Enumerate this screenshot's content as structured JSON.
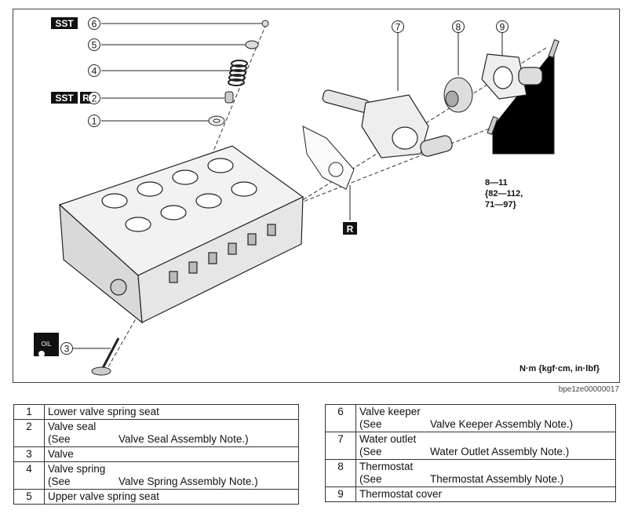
{
  "diagram": {
    "sst_label": "SST",
    "r_label": "R",
    "oil_label": "OIL",
    "callouts": [
      "1",
      "2",
      "3",
      "4",
      "5",
      "6",
      "7",
      "8",
      "9"
    ],
    "torque_spec": [
      "8—11",
      "{82—112,",
      "71—97}"
    ],
    "units_note": "N·m {kgf·cm, in·lbf}",
    "code": "bpe1ze00000017"
  },
  "parts_left": [
    {
      "num": "1",
      "name": "Lower valve spring seat",
      "see": "",
      "note": ""
    },
    {
      "num": "2",
      "name": "Valve seal",
      "see": "(See",
      "note": "Valve Seal Assembly Note.)"
    },
    {
      "num": "3",
      "name": "Valve",
      "see": "",
      "note": ""
    },
    {
      "num": "4",
      "name": "Valve spring",
      "see": "(See",
      "note": "Valve Spring Assembly Note.)"
    },
    {
      "num": "5",
      "name": "Upper valve spring seat",
      "see": "",
      "note": ""
    }
  ],
  "parts_right": [
    {
      "num": "6",
      "name": "Valve keeper",
      "see": "(See",
      "note": "Valve Keeper Assembly Note.)"
    },
    {
      "num": "7",
      "name": "Water outlet",
      "see": "(See",
      "note": "Water Outlet Assembly Note.)"
    },
    {
      "num": "8",
      "name": "Thermostat",
      "see": "(See",
      "note": "Thermostat Assembly Note.)"
    },
    {
      "num": "9",
      "name": "Thermostat cover",
      "see": "",
      "note": ""
    }
  ]
}
